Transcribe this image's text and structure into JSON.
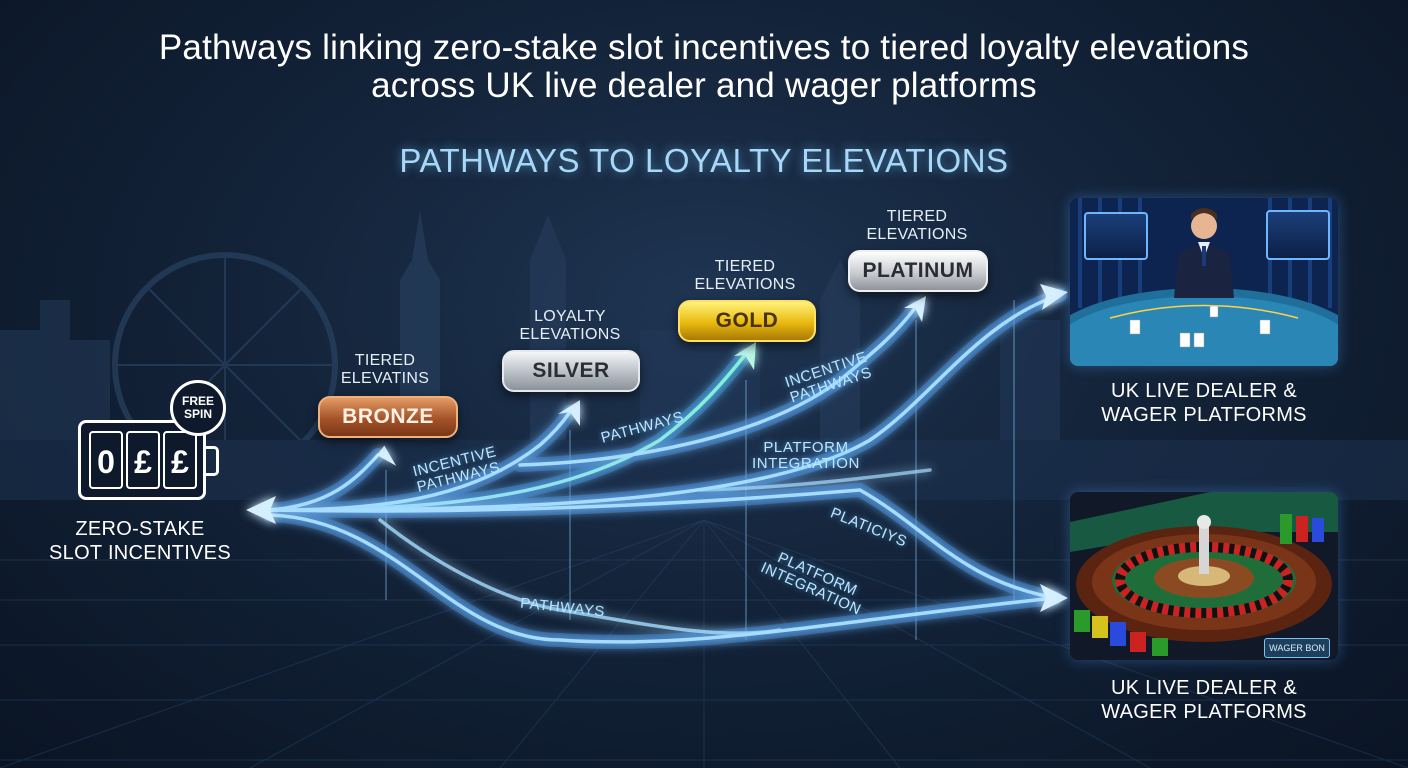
{
  "title": {
    "line1": "Pathways linking zero-stake slot incentives to tiered loyalty elevations",
    "line2": "across UK live dealer and wager platforms"
  },
  "subtitle": "PATHWAYS TO LOYALTY ELEVATIONS",
  "source": {
    "label_line1": "ZERO-STAKE",
    "label_line2": "SLOT INCENTIVES",
    "badge_line1": "FREE",
    "badge_line2": "SPIN",
    "reels": [
      "0",
      "£",
      "£"
    ],
    "icons": [
      "slot-machine-icon",
      "free-spin-badge-icon"
    ]
  },
  "tiers": [
    {
      "caption_line1": "TIERED",
      "caption_line2": "ELEVATINS",
      "badge": "BRONZE",
      "color": "#b5643a"
    },
    {
      "caption_line1": "LOYALTY",
      "caption_line2": "ELEVATIONS",
      "badge": "SILVER",
      "color": "#c3c8ce"
    },
    {
      "caption_line1": "TIERED",
      "caption_line2": "ELEVATIONS",
      "badge": "GOLD",
      "color": "#f1c21b"
    },
    {
      "caption_line1": "TIERED",
      "caption_line2": "ELEVATIONS",
      "badge": "PLATINUM",
      "color": "#d9dcdf"
    }
  ],
  "path_labels": {
    "incentive_pathways_1": [
      "INCENTIVE",
      "PATHWAYS"
    ],
    "pathways_1": "PATHWAYS",
    "incentive_pathways_2": [
      "INCENTIVE",
      "PATHWAYS"
    ],
    "platform_integration_1": [
      "PLATFORM",
      "INTEGRATION"
    ],
    "platicys": "PLATICIYS",
    "platform_integration_2": [
      "PLATFORM",
      "INTEGRATION"
    ],
    "pathways_2": "PATHWAYS"
  },
  "destinations": [
    {
      "label_line1": "UK LIVE DEALER &",
      "label_line2": "WAGER PLATFORMS",
      "image": "live-dealer-blackjack-image"
    },
    {
      "label_line1": "UK LIVE DEALER &",
      "label_line2": "WAGER PLATFORMS",
      "image": "roulette-wheel-image",
      "tag": "WAGER BON"
    }
  ],
  "colors": {
    "background": "#132339",
    "flow": "#8fd0ff",
    "flow_glow": "#3a8fe0",
    "subtitle": "#a8d8f8"
  }
}
